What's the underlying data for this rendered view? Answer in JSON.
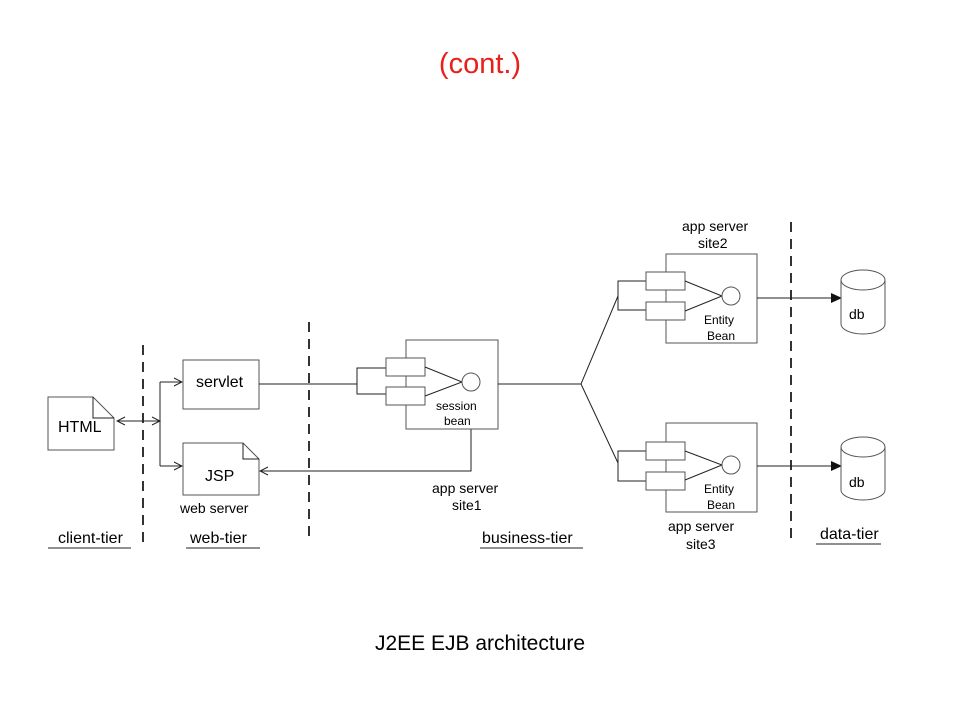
{
  "title": "(cont.)",
  "caption": "J2EE EJB architecture",
  "diagram": {
    "html_label": "HTML",
    "servlet_label": "servlet",
    "jsp_label": "JSP",
    "web_server_label": "web server",
    "session_bean": [
      "session",
      "bean"
    ],
    "site1": [
      "app server",
      "site1"
    ],
    "site2": [
      "app server",
      "site2"
    ],
    "site3": [
      "app server",
      "site3"
    ],
    "entity_bean": [
      "Entity",
      "Bean"
    ],
    "db_label": "db",
    "tiers": [
      "client-tier",
      "web-tier",
      "business-tier",
      "data-tier"
    ]
  },
  "colors": {
    "title": "#e8201a"
  }
}
